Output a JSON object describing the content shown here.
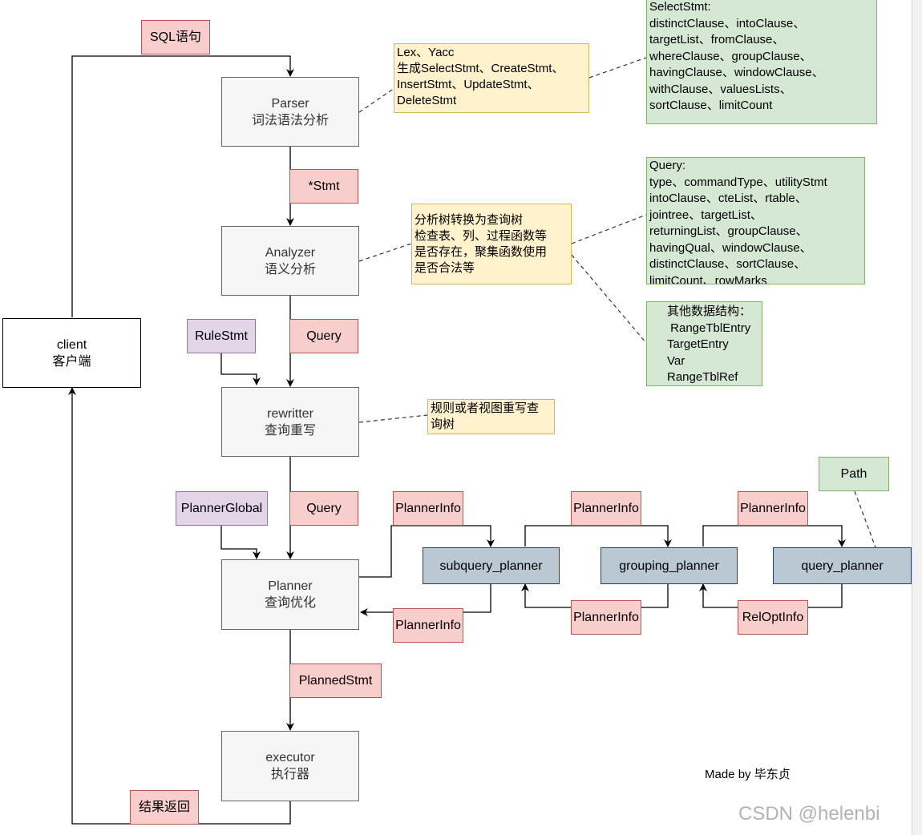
{
  "stages": {
    "parser": [
      "Parser",
      "词法语法分析"
    ],
    "analyzer": [
      "Analyzer",
      "语义分析"
    ],
    "rewriter": [
      "rewritter",
      "查询重写"
    ],
    "planner": [
      "Planner",
      "查询优化"
    ],
    "executor": [
      "executor",
      "执行器"
    ],
    "client": [
      "client",
      "客户端"
    ]
  },
  "labels": {
    "sql": "SQL语句",
    "stmt": "*Stmt",
    "query1": "Query",
    "query2": "Query",
    "rule_stmt": "RuleStmt",
    "planner_global": "PlannerGlobal",
    "planned_stmt": "PlannedStmt",
    "result": "结果返回",
    "planner_info_top1": "PlannerInfo",
    "planner_info_top2": "PlannerInfo",
    "planner_info_top3": "PlannerInfo",
    "planner_info_bot1": "PlannerInfo",
    "planner_info_bot2": "PlannerInfo",
    "rel_opt_info": "RelOptInfo",
    "path": "Path"
  },
  "planners": {
    "subquery": "subquery_planner",
    "grouping": "grouping_planner",
    "query": "query_planner"
  },
  "notes": {
    "parser_note": [
      "Lex、Yacc",
      "生成SelectStmt、CreateStmt、",
      "InsertStmt、UpdateStmt、",
      "DeleteStmt"
    ],
    "select_stmt": [
      "SelectStmt:",
      "distinctClause、intoClause、",
      "targetList、fromClause、",
      "whereClause、groupClause、",
      "havingClause、windowClause、",
      "withClause、valuesLists、",
      "sortClause、limitCount"
    ],
    "analyzer_note": [
      "分析树转换为查询树",
      "检查表、列、过程函数等",
      "是否存在，聚集函数使用",
      "是否合法等"
    ],
    "query_struct": [
      "Query:",
      "type、commandType、utilityStmt",
      "intoClause、cteList、rtable、",
      "jointree、targetList、",
      "returningList、groupClause、",
      "havingQual、windowClause、",
      "distinctClause、sortClause、",
      "limitCount、rowMarks"
    ],
    "other_structs": [
      "其他数据结构：",
      " RangeTblEntry",
      "TargetEntry",
      "Var",
      "RangeTblRef"
    ],
    "rewriter_note": [
      "规则或者视图重写查",
      "询树"
    ]
  },
  "credit": "Made by 毕东贞",
  "watermark": "CSDN @helenbi"
}
